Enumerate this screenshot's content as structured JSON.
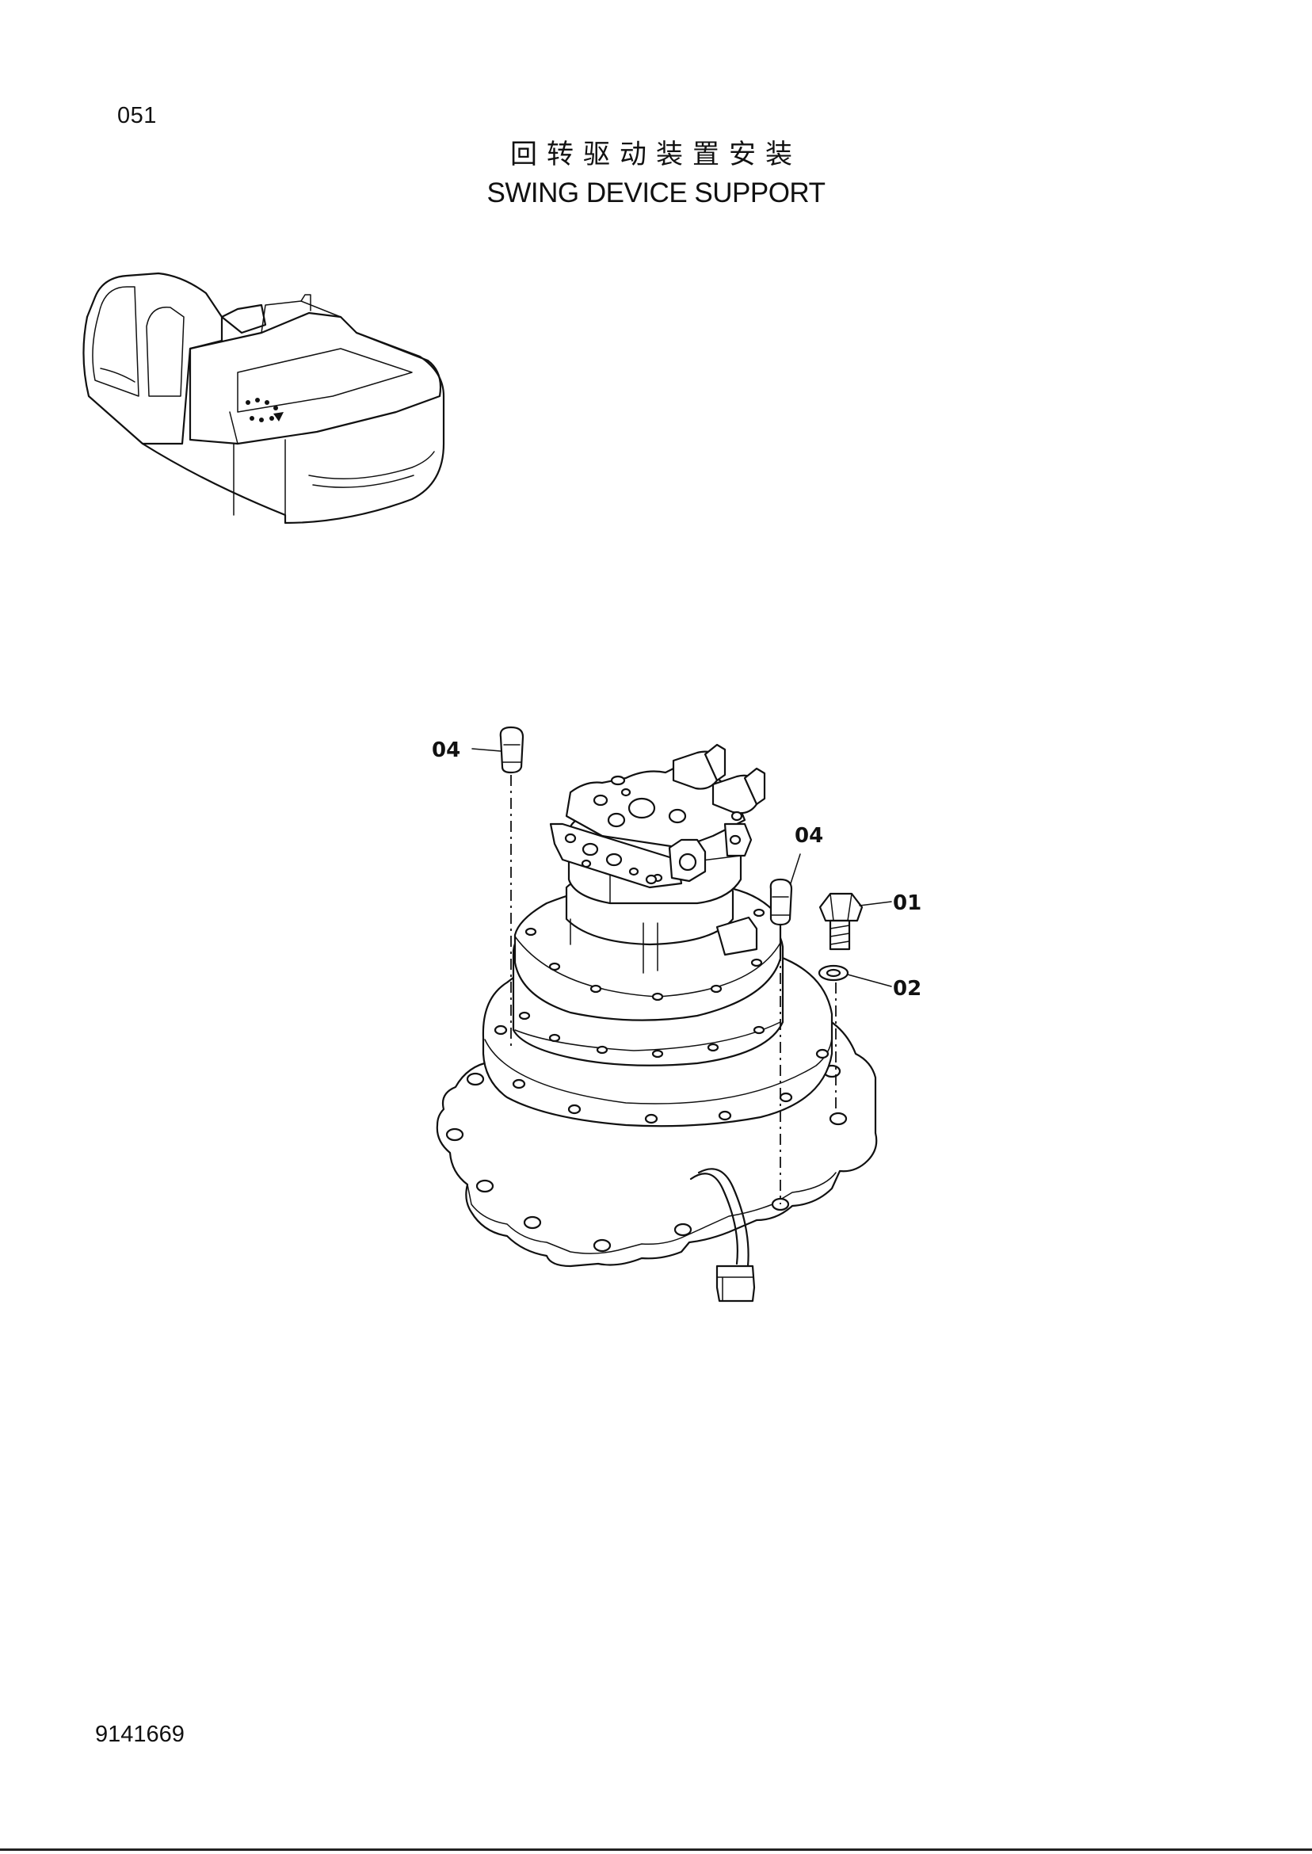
{
  "page": {
    "number": "051",
    "title_cn": "回转驱动装置安装",
    "title_en": "SWING DEVICE SUPPORT",
    "document_number": "9141669"
  },
  "callouts": {
    "c01": "01",
    "c02": "02",
    "c04_left": "04",
    "c04_right": "04"
  },
  "colors": {
    "ink": "#111111",
    "paper": "#ffffff"
  }
}
